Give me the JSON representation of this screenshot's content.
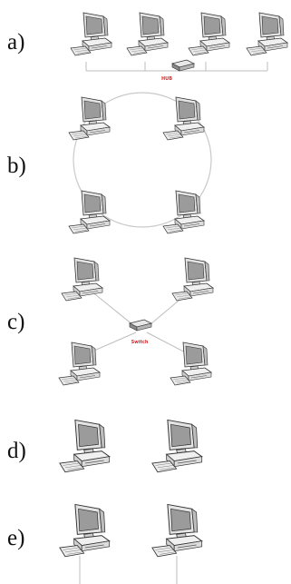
{
  "panels": [
    {
      "id": "a",
      "label": "a)",
      "device_label": "HUB"
    },
    {
      "id": "b",
      "label": "b)"
    },
    {
      "id": "c",
      "label": "c)",
      "device_label": "Switch"
    },
    {
      "id": "d",
      "label": "d)"
    },
    {
      "id": "e",
      "label": "e)"
    }
  ],
  "colors": {
    "device_label": "#e0262a",
    "cable": "#bdbdbd",
    "ring": "#c9c9c9",
    "outline": "#333333"
  },
  "icons": [
    "computer-icon",
    "hub-icon",
    "switch-icon"
  ]
}
